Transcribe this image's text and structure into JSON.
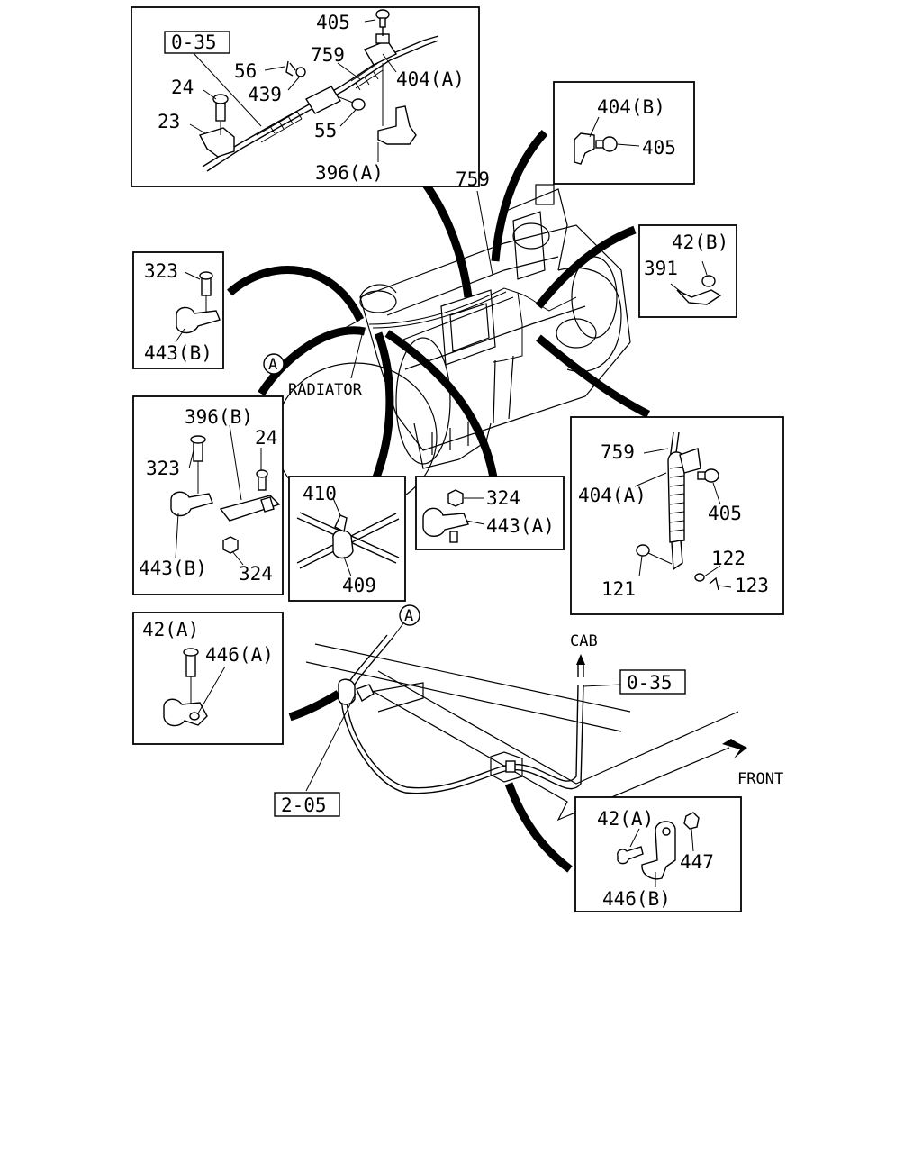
{
  "labels": {
    "top_405": "405",
    "top_035": "0-35",
    "top_759": "759",
    "top_56": "56",
    "top_404a": "404(A)",
    "top_24": "24",
    "top_439": "439",
    "top_23": "23",
    "top_55": "55",
    "top_396a": "396(A)",
    "tr_404b": "404(B)",
    "tr_405": "405",
    "mid_759": "759",
    "r_42b": "42(B)",
    "r_391": "391",
    "l_323": "323",
    "l_443b": "443(B)",
    "marker_a1": "A",
    "radiator": "RADIATOR",
    "ml_396b": "396(B)",
    "ml_323": "323",
    "ml_24": "24",
    "ml_443b": "443(B)",
    "ml_324": "324",
    "c_410": "410",
    "c_409": "409",
    "cr_324": "324",
    "cr_443a": "443(A)",
    "rd_759": "759",
    "rd_404a": "404(A)",
    "rd_405": "405",
    "rd_122": "122",
    "rd_121": "121",
    "rd_123": "123",
    "bl_42a": "42(A)",
    "bl_446a": "446(A)",
    "marker_a2": "A",
    "cab": "CAB",
    "b_035": "0-35",
    "front": "FRONT",
    "b_205": "2-05",
    "br_42a": "42(A)",
    "br_447": "447",
    "br_446b": "446(B)"
  }
}
